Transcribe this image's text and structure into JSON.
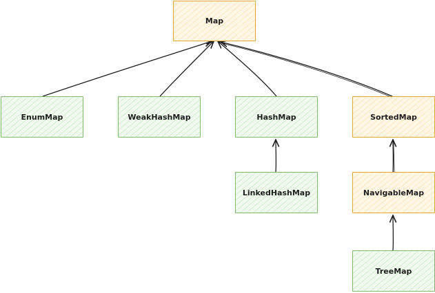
{
  "colors": {
    "interface_border": "#e0a82e",
    "class_border": "#82b86e",
    "edge": "#1e1e1e"
  },
  "nodes": {
    "map": {
      "label": "Map",
      "kind": "interface"
    },
    "enummap": {
      "label": "EnumMap",
      "kind": "class"
    },
    "weakhashmap": {
      "label": "WeakHashMap",
      "kind": "class"
    },
    "hashmap": {
      "label": "HashMap",
      "kind": "class"
    },
    "sortedmap": {
      "label": "SortedMap",
      "kind": "interface"
    },
    "linkedhashmap": {
      "label": "LinkedHashMap",
      "kind": "class"
    },
    "navigablemap": {
      "label": "NavigableMap",
      "kind": "interface"
    },
    "treemap": {
      "label": "TreeMap",
      "kind": "class"
    }
  },
  "edges": [
    {
      "from": "enummap",
      "to": "map"
    },
    {
      "from": "weakhashmap",
      "to": "map"
    },
    {
      "from": "hashmap",
      "to": "map"
    },
    {
      "from": "sortedmap",
      "to": "map"
    },
    {
      "from": "linkedhashmap",
      "to": "hashmap"
    },
    {
      "from": "navigablemap",
      "to": "sortedmap"
    },
    {
      "from": "treemap",
      "to": "navigablemap"
    }
  ]
}
